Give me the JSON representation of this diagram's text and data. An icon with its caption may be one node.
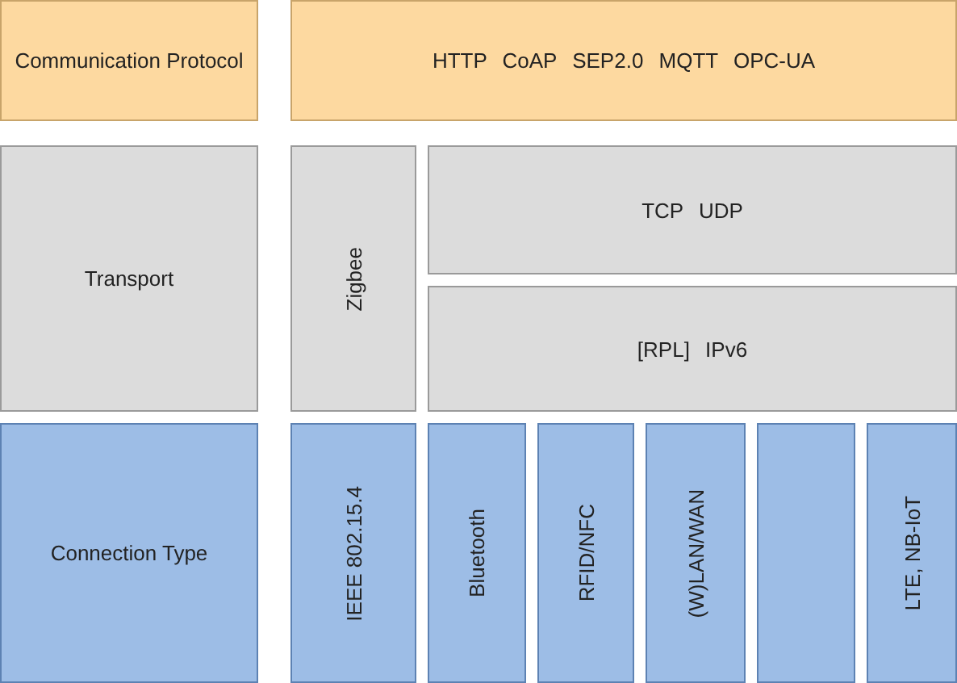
{
  "diagram": {
    "nodes": [
      {
        "text": [
          "Communication Protocol"
        ]
      },
      {
        "text": [
          "HTTP CoAP SEP2.0 MQTT OPC-UA"
        ]
      },
      {
        "text": [
          "Transport"
        ]
      },
      {
        "text": [
          "Zigbee"
        ]
      },
      {
        "text": [
          "TCP UDP"
        ]
      },
      {
        "text": [
          "[RPL] IPv6"
        ]
      },
      {
        "text": [
          "Connection Type"
        ]
      },
      {
        "text": [
          "IEEE 802.15.4"
        ]
      },
      {
        "text": [
          "Bluetooth"
        ]
      },
      {
        "text": [
          "RFID/NFC"
        ]
      },
      {
        "text": [
          "(W)LAN/WAN"
        ]
      },
      {
        "text": [],
        "shape": "box"
      },
      {
        "text": [
          "LTE, NB-IoT"
        ]
      }
    ]
  }
}
